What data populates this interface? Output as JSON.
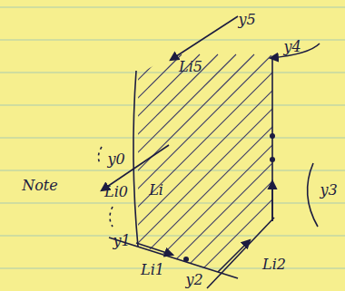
{
  "diagram": {
    "labels": [
      "y5",
      "y4",
      "Li5",
      "y0",
      "Note",
      "Li0",
      "Li",
      "y1",
      "Li1",
      "y2",
      "Li2",
      "y3"
    ]
  }
}
